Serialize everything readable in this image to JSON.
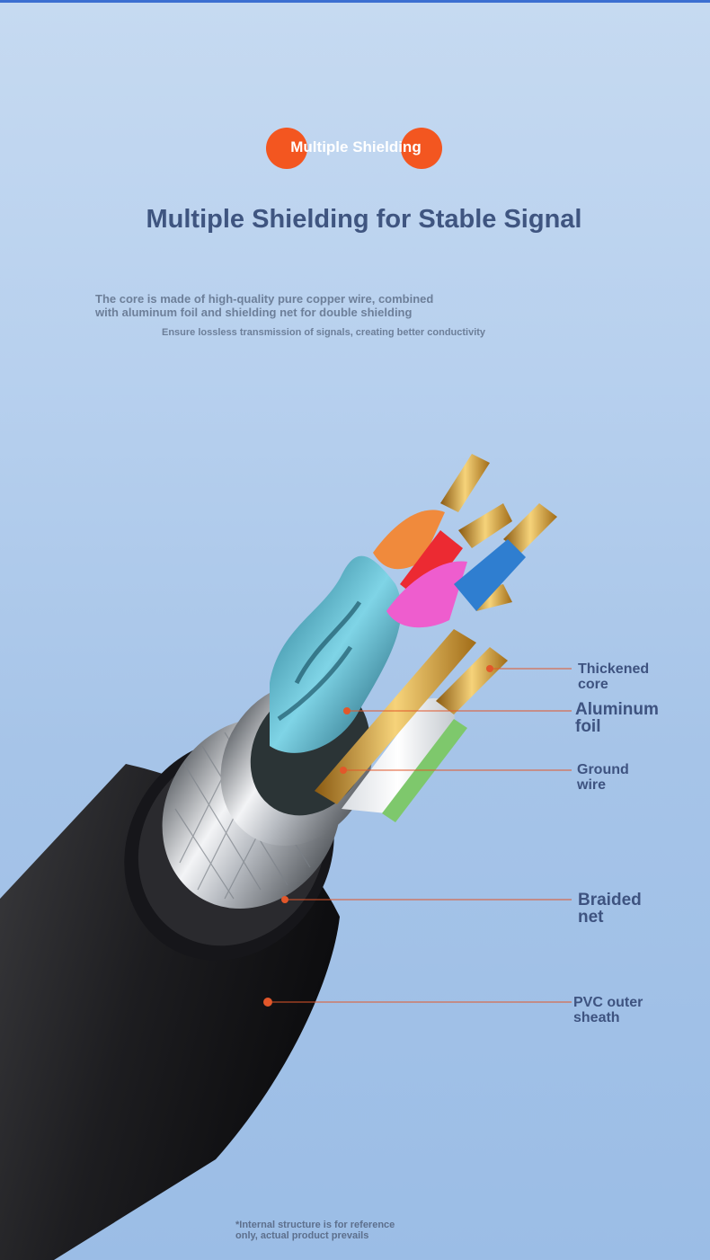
{
  "badge": {
    "label": "Multiple Shielding"
  },
  "headline": "Multiple Shielding for Stable Signal",
  "description": {
    "line1": "The core is made of high-quality pure copper wire, combined\n with aluminum foil and shielding net for double shielding",
    "line2": "Ensure lossless transmission of signals, creating better conductivity"
  },
  "callouts": [
    {
      "label": "Thickened\n core"
    },
    {
      "label": "Aluminum\n foil"
    },
    {
      "label": "Ground\n wire"
    },
    {
      "label": "Braided\n net"
    },
    {
      "label": "PVC outer\n sheath"
    }
  ],
  "footnote": "*Internal structure is for reference\n only, actual product prevails",
  "colors": {
    "accent": "#f35620",
    "title": "#3f5580",
    "leader_line": "#e2572a",
    "background_top": "#c6daf1",
    "background_bottom": "#9bbde6"
  }
}
